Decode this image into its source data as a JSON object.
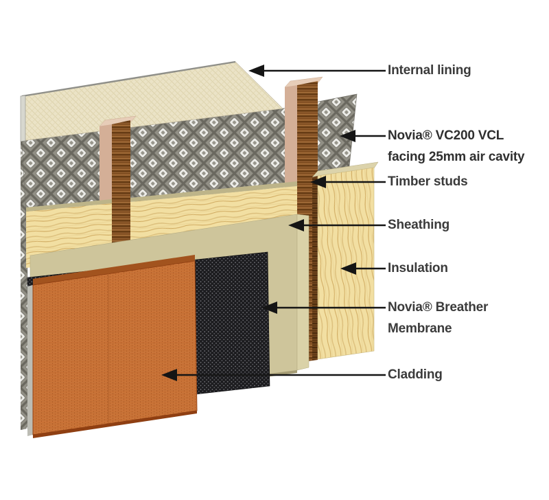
{
  "diagram": {
    "type": "construction_layer_diagram",
    "subject": "Timber frame wall build-up with Novia VC200 VCL and breather membrane",
    "labels": [
      {
        "id": "internal-lining",
        "text": "Internal lining",
        "bold": false
      },
      {
        "id": "vc200-vcl",
        "text": "Novia® VC200 VCL\nfacing 25mm air cavity",
        "bold": true
      },
      {
        "id": "timber-studs",
        "text": "Timber studs",
        "bold": false
      },
      {
        "id": "sheathing",
        "text": "Sheathing",
        "bold": false
      },
      {
        "id": "insulation",
        "text": "Insulation",
        "bold": false
      },
      {
        "id": "breather-membrane",
        "text": "Novia® Breather\nMembrane",
        "bold": false
      },
      {
        "id": "cladding",
        "text": "Cladding",
        "bold": false
      }
    ],
    "layers": [
      {
        "name": "internal lining",
        "appearance": "cream canvas weave panel",
        "color": "#EBE3C6"
      },
      {
        "name": "VC200 vapour control layer",
        "appearance": "silver quilted foil",
        "color": "#929086"
      },
      {
        "name": "timber studs",
        "appearance": "brown wood grain posts",
        "color": "#8B5A2B"
      },
      {
        "name": "insulation",
        "appearance": "pale yellow wood-fibre batts",
        "color": "#F2DFA2"
      },
      {
        "name": "sheathing",
        "appearance": "olive board",
        "color": "#CEC59B"
      },
      {
        "name": "breather membrane",
        "appearance": "black perforated sheet",
        "color": "#1C1C1F"
      },
      {
        "name": "cladding",
        "appearance": "orange woven panel",
        "color": "#D0783A"
      }
    ],
    "colors": {
      "background": "#FFFFFF",
      "label_text": "#3B3B3B",
      "arrow": "#151515",
      "stud_face": "#D4AF97",
      "cladding_edge": "#A2531E"
    }
  }
}
